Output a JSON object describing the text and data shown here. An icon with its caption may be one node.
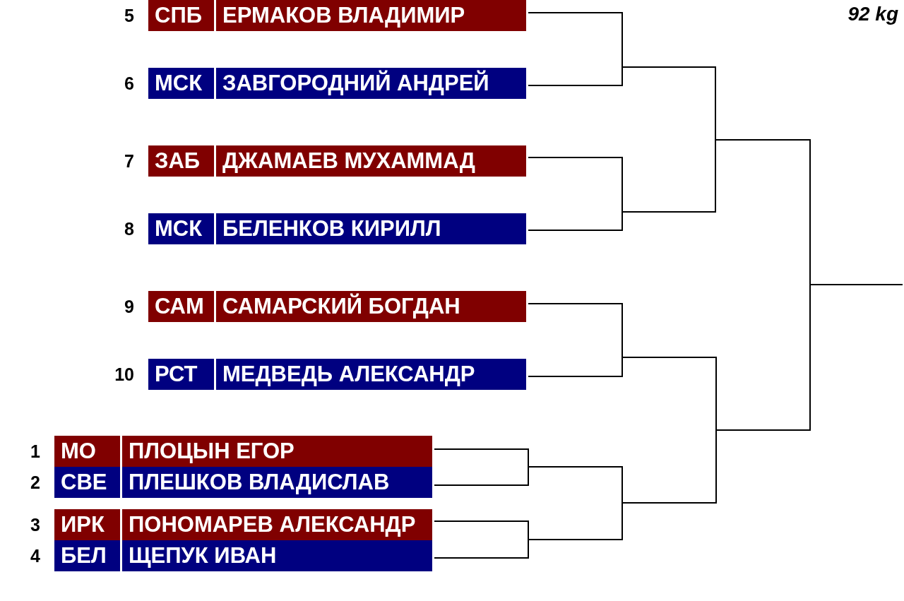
{
  "diagram": {
    "title": "92 kg",
    "nodes": [
      {
        "text": [
          "СПБ",
          "ЕРМАКОВ ВЛАДИМИР"
        ],
        "beside": [
          "5"
        ]
      },
      {
        "text": [
          "МСК",
          "ЗАВГОРОДНИЙ АНДРЕЙ"
        ],
        "beside": [
          "6"
        ]
      },
      {
        "text": [
          "ЗАБ",
          "ДЖАМАЕВ МУХАММАД"
        ],
        "beside": [
          "7"
        ]
      },
      {
        "text": [
          "МСК",
          "БЕЛЕНКОВ КИРИЛЛ"
        ],
        "beside": [
          "8"
        ]
      },
      {
        "text": [
          "САМ",
          "САМАРСКИЙ БОГДАН"
        ],
        "beside": [
          "9"
        ]
      },
      {
        "text": [
          "РСТ",
          "МЕДВЕДЬ АЛЕКСАНДР"
        ],
        "beside": [
          "10"
        ]
      },
      {
        "text": [
          "МО",
          "ПЛОЦЫН ЕГОР"
        ],
        "beside": [
          "1"
        ]
      },
      {
        "text": [
          "СВЕ",
          "ПЛЕШКОВ ВЛАДИСЛАВ"
        ],
        "beside": [
          "2"
        ]
      },
      {
        "text": [
          "ИРК",
          "ПОНОМАРЕВ АЛЕКСАНДР"
        ],
        "beside": [
          "3"
        ]
      },
      {
        "text": [
          "БЕЛ",
          "ЩЕПУК ИВАН"
        ],
        "beside": [
          "4"
        ]
      }
    ],
    "edges": [
      {
        "from": 0,
        "to": null,
        "arrow": "none"
      },
      {
        "from": 1,
        "to": null,
        "arrow": "none"
      },
      {
        "from": 2,
        "to": null,
        "arrow": "none"
      },
      {
        "from": 3,
        "to": null,
        "arrow": "none"
      },
      {
        "from": 4,
        "to": null,
        "arrow": "none"
      },
      {
        "from": 5,
        "to": null,
        "arrow": "none"
      },
      {
        "from": 6,
        "to": null,
        "arrow": "none"
      },
      {
        "from": 7,
        "to": null,
        "arrow": "none"
      },
      {
        "from": 8,
        "to": null,
        "arrow": "none"
      },
      {
        "from": 9,
        "to": null,
        "arrow": "none"
      }
    ]
  }
}
